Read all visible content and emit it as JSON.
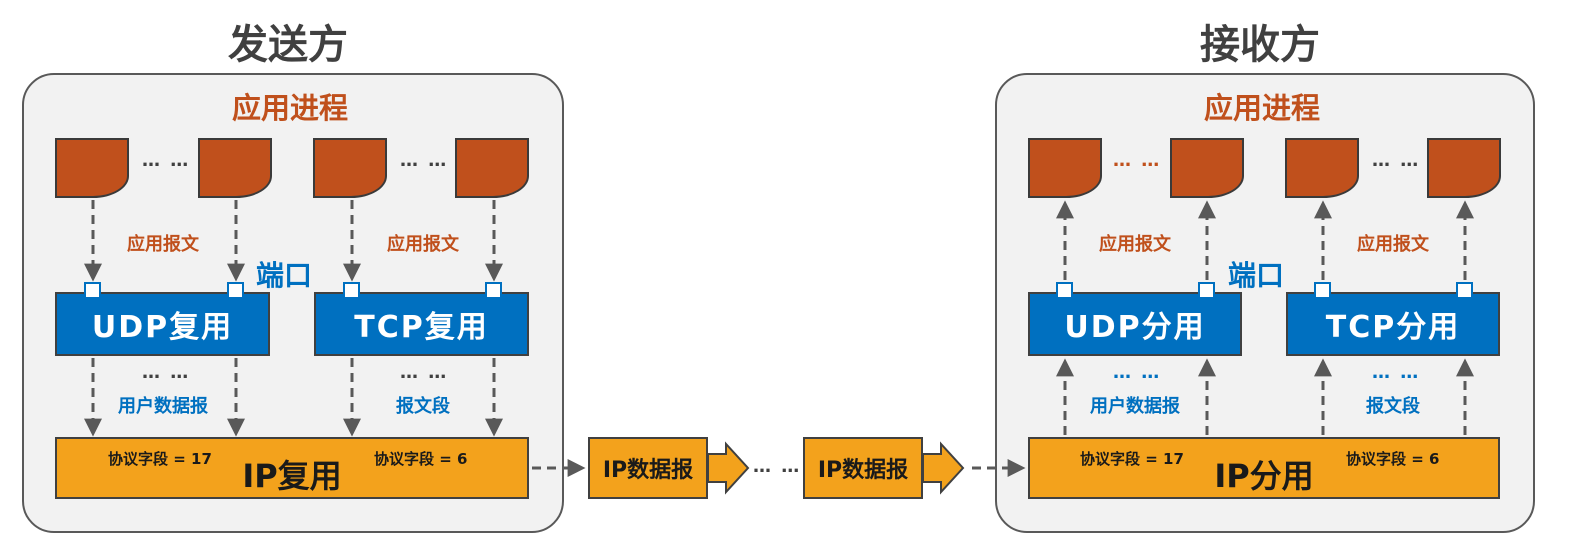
{
  "sender": {
    "title": "发送方",
    "app_title": "应用进程",
    "dots_left": "… …",
    "dots_right": "… …",
    "msg_left": "应用报文",
    "msg_right": "应用报文",
    "port_label": "端口",
    "udp_label": "UDP复用",
    "tcp_label": "TCP复用",
    "below_dots_left": "… …",
    "below_dots_right": "… …",
    "datagram_label": "用户数据报",
    "segment_label": "报文段",
    "ip_label": "IP复用",
    "proto_udp": "协议字段 = 17",
    "proto_tcp": "协议字段 = 6"
  },
  "receiver": {
    "title": "接收方",
    "app_title": "应用进程",
    "dots_left": "… …",
    "dots_right": "… …",
    "msg_left": "应用报文",
    "msg_right": "应用报文",
    "port_label": "端口",
    "udp_label": "UDP分用",
    "tcp_label": "TCP分用",
    "below_dots_left": "… …",
    "below_dots_right": "… …",
    "datagram_label": "用户数据报",
    "segment_label": "报文段",
    "ip_label": "IP分用",
    "proto_udp": "协议字段 = 17",
    "proto_tcp": "协议字段 = 6"
  },
  "transit": {
    "packet1": "IP数据报",
    "packet2": "IP数据报",
    "dots": "… …"
  },
  "colors": {
    "app": "#c0501c",
    "mux": "#0070c0",
    "ip": "#f3a21c",
    "panel": "#f2f2f2"
  }
}
